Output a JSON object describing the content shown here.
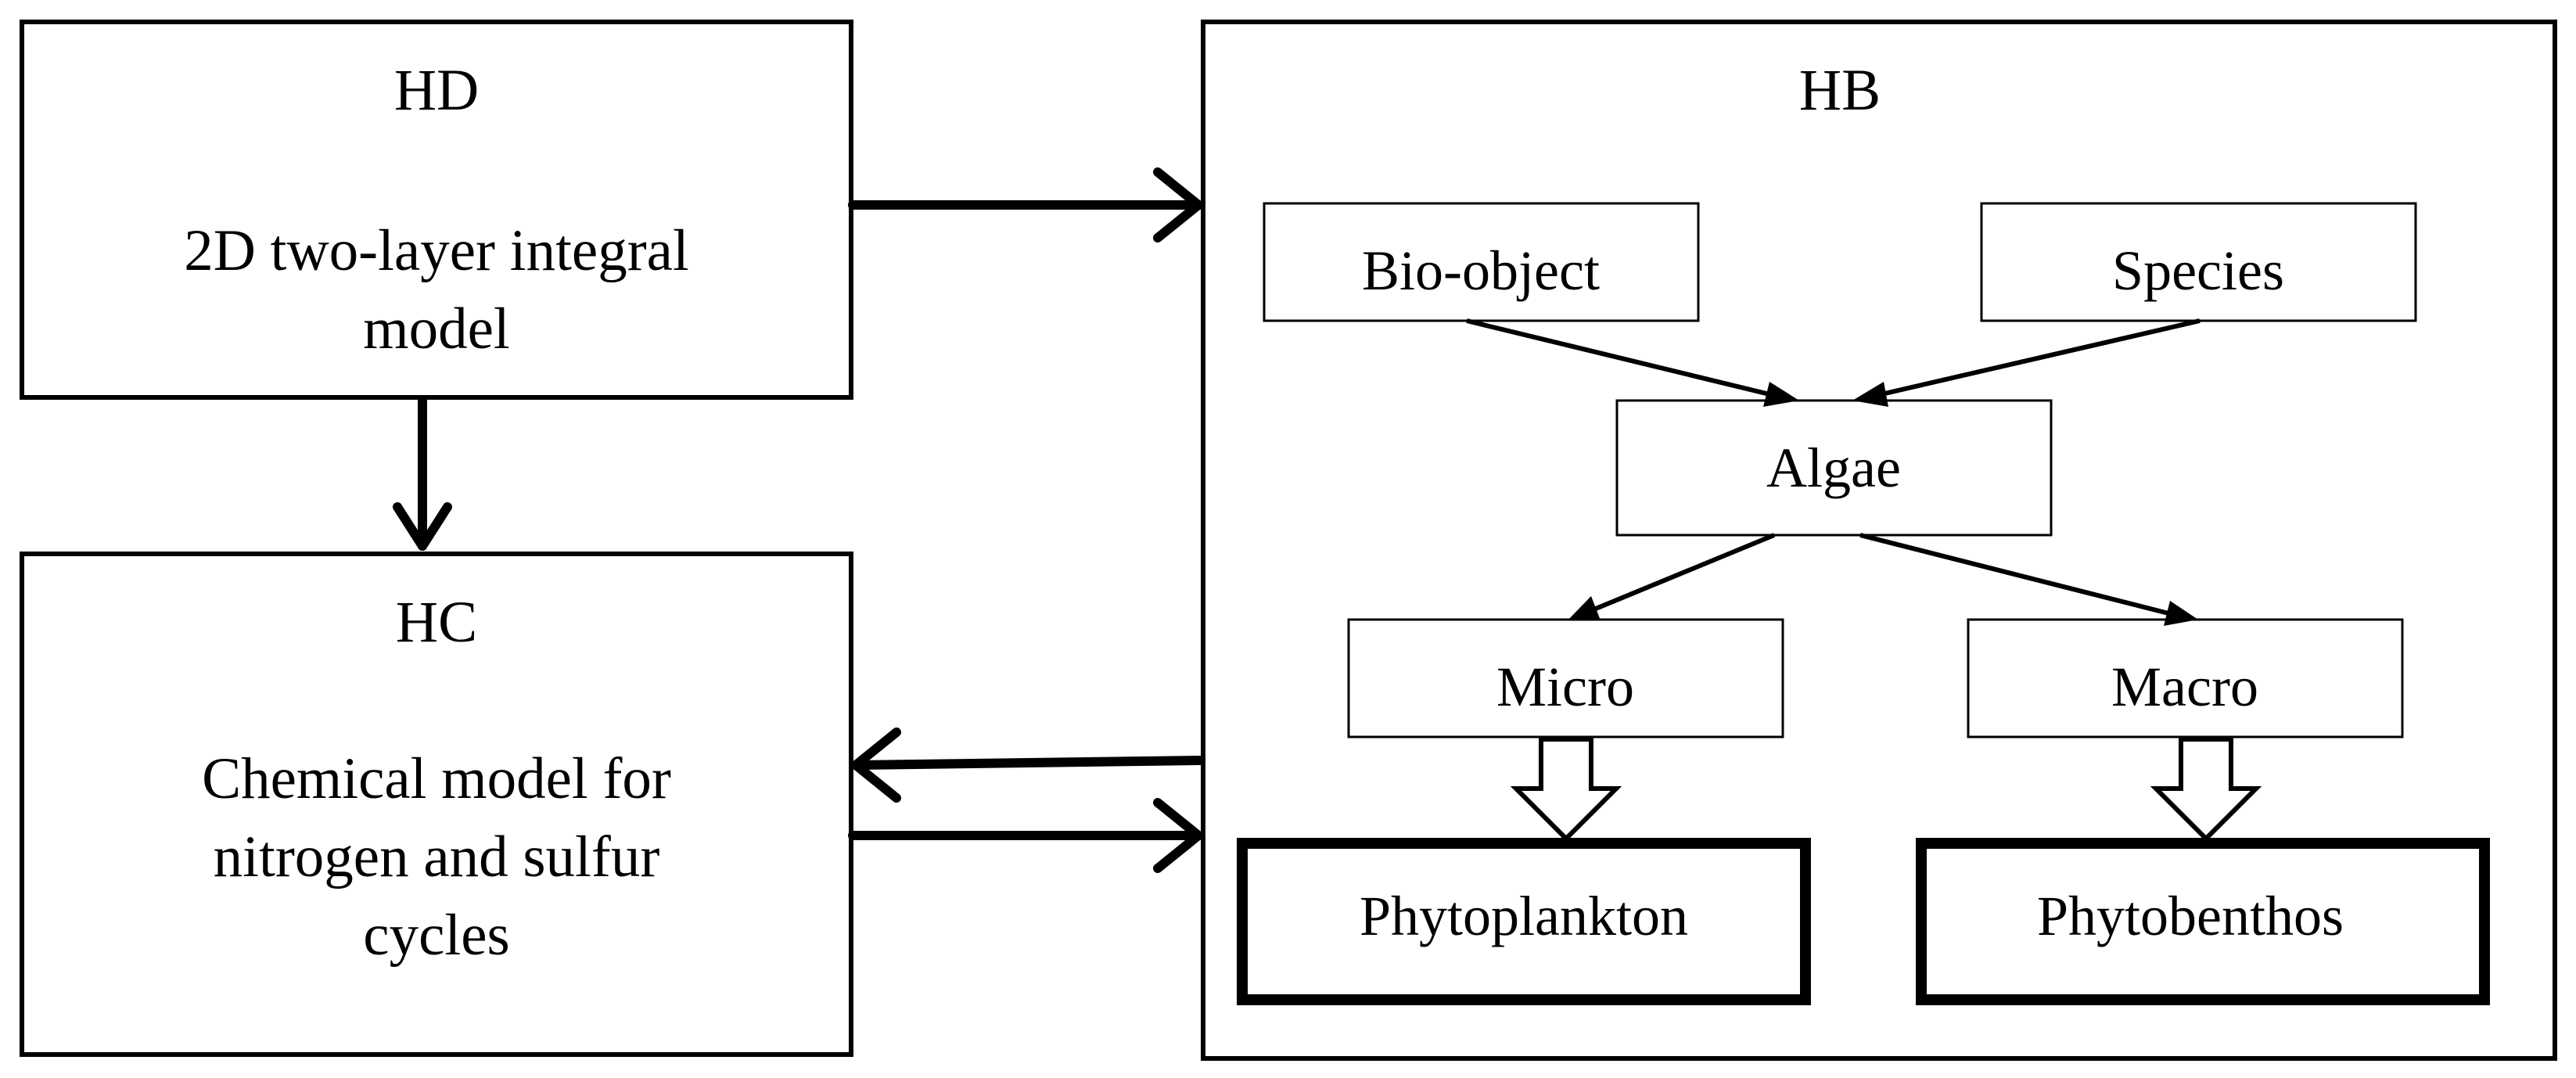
{
  "diagram": {
    "colors": {
      "line": "#000000",
      "fill": "#ffffff"
    },
    "hd": {
      "title": "HD",
      "desc_line1": "2D two-layer integral",
      "desc_line2": "model"
    },
    "hc": {
      "title": "HC",
      "desc_line1": "Chemical model for",
      "desc_line2": "nitrogen and sulfur",
      "desc_line3": "cycles"
    },
    "hb": {
      "title": "HB",
      "bio_object": "Bio-object",
      "species": "Species",
      "algae": "Algae",
      "micro": "Micro",
      "macro": "Macro",
      "phytoplankton": "Phytoplankton",
      "phytobenthos": "Phytobenthos"
    },
    "connections": [
      {
        "from": "HD",
        "to": "HB"
      },
      {
        "from": "HD",
        "to": "HC"
      },
      {
        "from": "HB",
        "to": "HC"
      },
      {
        "from": "HC",
        "to": "HB"
      },
      {
        "from": "Bio-object",
        "to": "Algae"
      },
      {
        "from": "Species",
        "to": "Algae"
      },
      {
        "from": "Algae",
        "to": "Micro"
      },
      {
        "from": "Algae",
        "to": "Macro"
      },
      {
        "from": "Micro",
        "to": "Phytoplankton"
      },
      {
        "from": "Macro",
        "to": "Phytobenthos"
      }
    ]
  }
}
